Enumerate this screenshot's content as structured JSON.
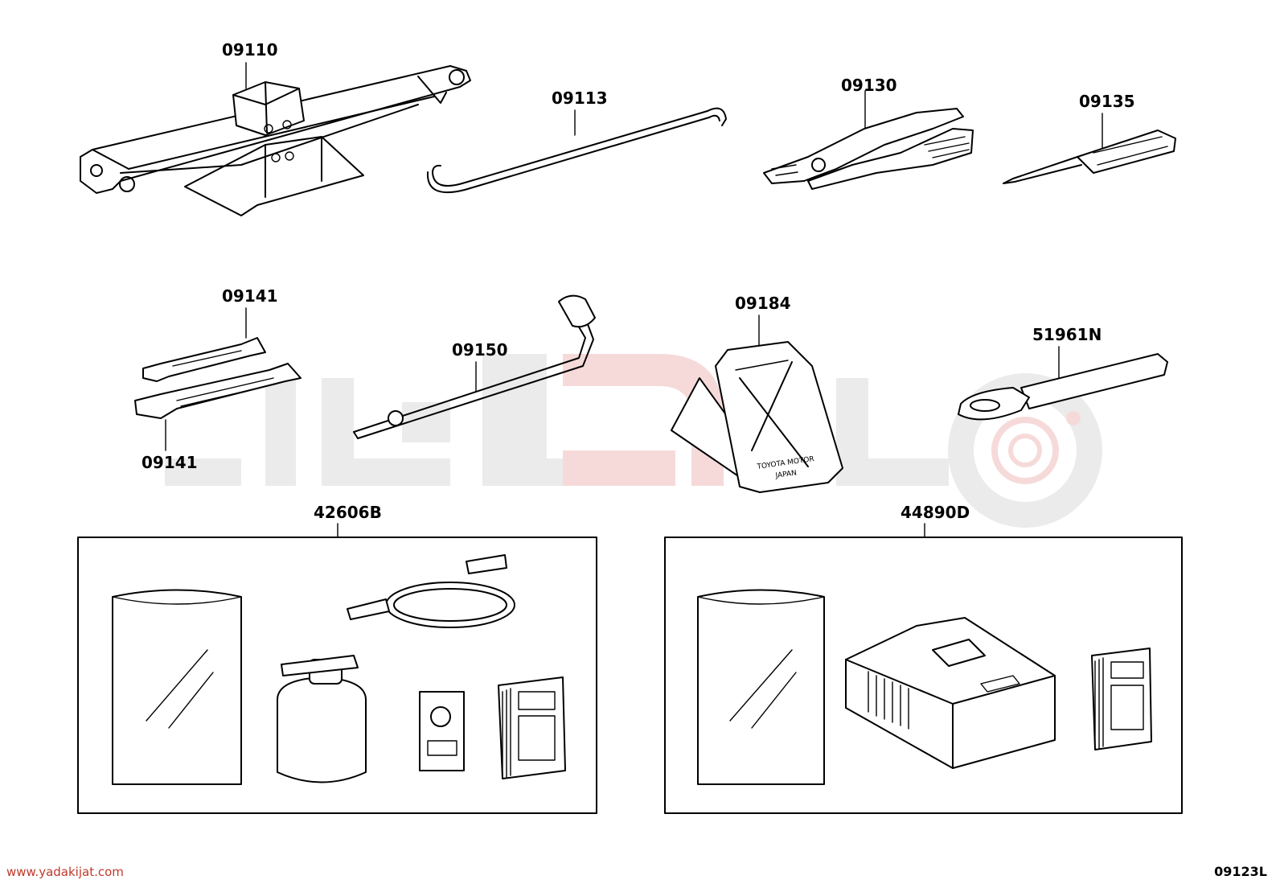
{
  "labels": {
    "jack": "09110",
    "handle": "09113",
    "pliers": "09130",
    "screwdriver": "09135",
    "wrench_top": "09141",
    "wrench_bottom": "09141",
    "lug_wrench": "09150",
    "triangle": "09184",
    "tow_hook": "51961N",
    "repair_kit": "42606B",
    "compressor_kit": "44890D"
  },
  "stamp": {
    "line1": "TOYOTA MOTOR",
    "line2": "JAPAN"
  },
  "footer": {
    "website": "www.yadakijat.com",
    "diagram_code": "09123L"
  },
  "colors": {
    "line": "#000000",
    "watermark_gray": "#e6e6e6",
    "watermark_red": "#f4c9c9",
    "website_red": "#c0392b"
  }
}
